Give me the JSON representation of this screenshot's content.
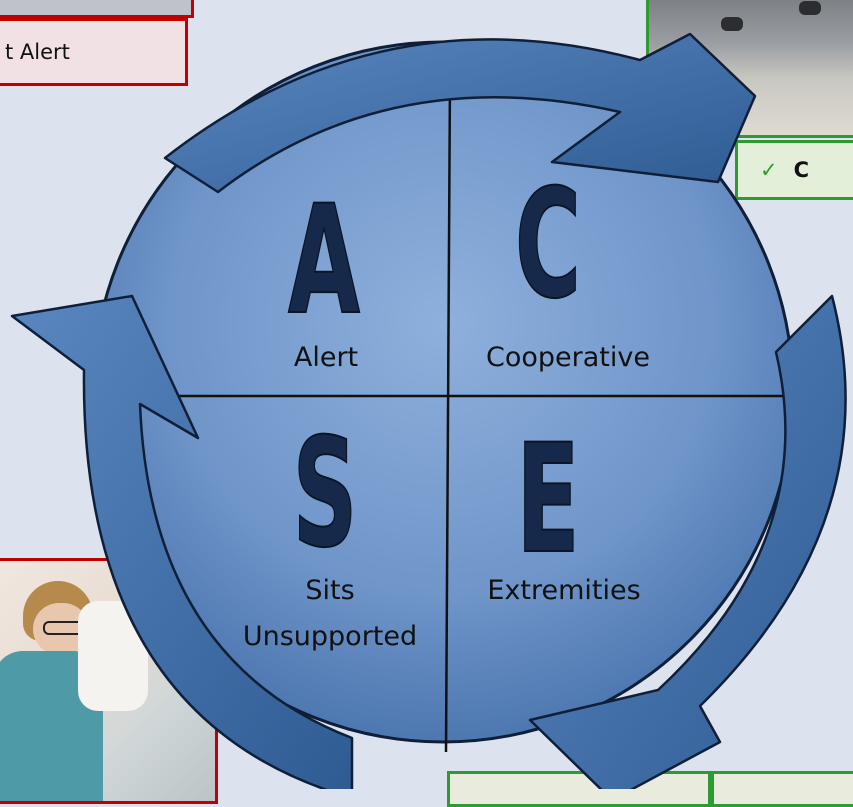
{
  "callouts": {
    "top_left": "t Alert",
    "top_right_check": "✓",
    "top_right_text": "C"
  },
  "quadrants": [
    {
      "letter": "A",
      "label": "Alert"
    },
    {
      "letter": "C",
      "label": "Cooperative"
    },
    {
      "letter": "S",
      "label_line1": "Sits",
      "label_line2": "Unsupported"
    },
    {
      "letter": "E",
      "label": "Extremities"
    }
  ],
  "colors": {
    "background": "#dde3ee",
    "circle_fill": "#6f95c9",
    "arrow_fill": "#3f6da6",
    "letter_fill": "#17294a",
    "red_border": "#c00000",
    "green_border": "#2e9a32"
  }
}
